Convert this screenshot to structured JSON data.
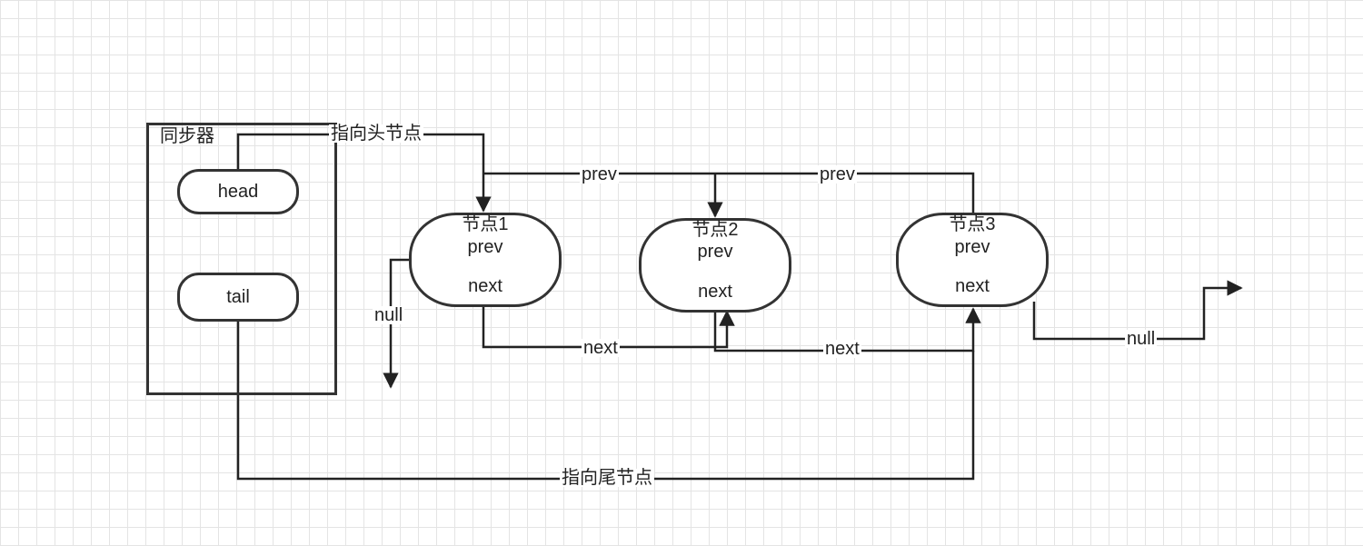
{
  "synchronizer": {
    "title": "同步器",
    "head_label": "head",
    "tail_label": "tail"
  },
  "edges": {
    "to_head": "指向头节点",
    "to_tail": "指向尾节点",
    "prev_1": "prev",
    "prev_2": "prev",
    "next_1": "next",
    "next_2": "next",
    "null_left": "null",
    "null_right": "null"
  },
  "nodes": [
    {
      "title": "节点1",
      "prev": "prev",
      "next": "next"
    },
    {
      "title": "节点2",
      "prev": "prev",
      "next": "next"
    },
    {
      "title": "节点3",
      "prev": "prev",
      "next": "next"
    }
  ],
  "colors": {
    "stroke": "#333333",
    "grid": "#e4e4e4",
    "background": "#ffffff"
  }
}
